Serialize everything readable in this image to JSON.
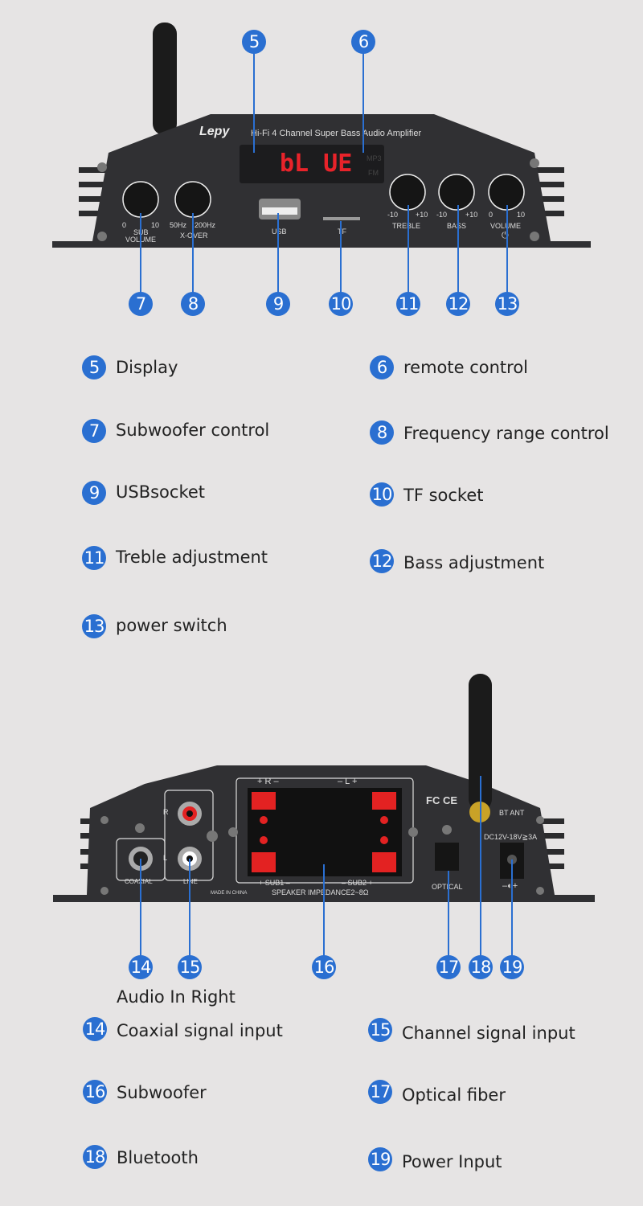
{
  "front": {
    "brand": "Lepy",
    "title": "Hi-Fi 4 Channel Super Bass Audio Amplifier",
    "display_text": "bL UE",
    "display_side": [
      "MP3",
      "FM"
    ],
    "knobs": [
      {
        "min": "0",
        "max": "10",
        "label": "SUB",
        "label2": "VOLUME"
      },
      {
        "min": "50Hz",
        "max": "200Hz",
        "label": "X-OVER"
      },
      {
        "min": "-10",
        "max": "+10",
        "label": "TREBLE"
      },
      {
        "min": "-10",
        "max": "+10",
        "label": "BASS"
      },
      {
        "min": "0",
        "max": "10",
        "label": "VOLUME"
      }
    ],
    "usb_label": "USB",
    "tf_label": "TF",
    "badges": [
      "5",
      "6",
      "7",
      "8",
      "9",
      "10",
      "11",
      "12",
      "13"
    ]
  },
  "front_legend": [
    {
      "num": "5",
      "text": "Display"
    },
    {
      "num": "6",
      "text": "remote control"
    },
    {
      "num": "7",
      "text": "Subwoofer control"
    },
    {
      "num": "8",
      "text": "Frequency range control"
    },
    {
      "num": "9",
      "text": "USBsocket"
    },
    {
      "num": "10",
      "text": "TF socket"
    },
    {
      "num": "11",
      "text": "Treble adjustment"
    },
    {
      "num": "12",
      "text": "Bass adjustment"
    },
    {
      "num": "13",
      "text": "power switch"
    }
  ],
  "back": {
    "r": "R",
    "l": "L",
    "coaxial": "COAXIAL",
    "line": "LINE",
    "made_in": "MADE IN CHINA",
    "sub1": "+ SUB1 –",
    "sub2": "– SUB2 +",
    "top_r": "+ R –",
    "top_l": "– L +",
    "impedance": "SPEAKER IMPEDANCE2~8Ω",
    "certs": "FC CE",
    "bt_ant": "BT ANT",
    "dc": "DC12V-18V≧3A",
    "optical": "OPTICAL",
    "polarity": "–◐+",
    "badges": [
      "14",
      "15",
      "16",
      "17",
      "18",
      "19"
    ],
    "note": "Audio In Right"
  },
  "back_legend": [
    {
      "num": "14",
      "text": "Coaxial signal input"
    },
    {
      "num": "15",
      "text": "Channel signal input"
    },
    {
      "num": "16",
      "text": "Subwoofer"
    },
    {
      "num": "17",
      "text": "Optical fiber"
    },
    {
      "num": "18",
      "text": "Bluetooth"
    },
    {
      "num": "19",
      "text": "Power Input"
    }
  ],
  "colors": {
    "badge": "#2a6fd1",
    "background": "#e6e4e4",
    "display": "#e8232a",
    "terminal": "#e32222"
  }
}
